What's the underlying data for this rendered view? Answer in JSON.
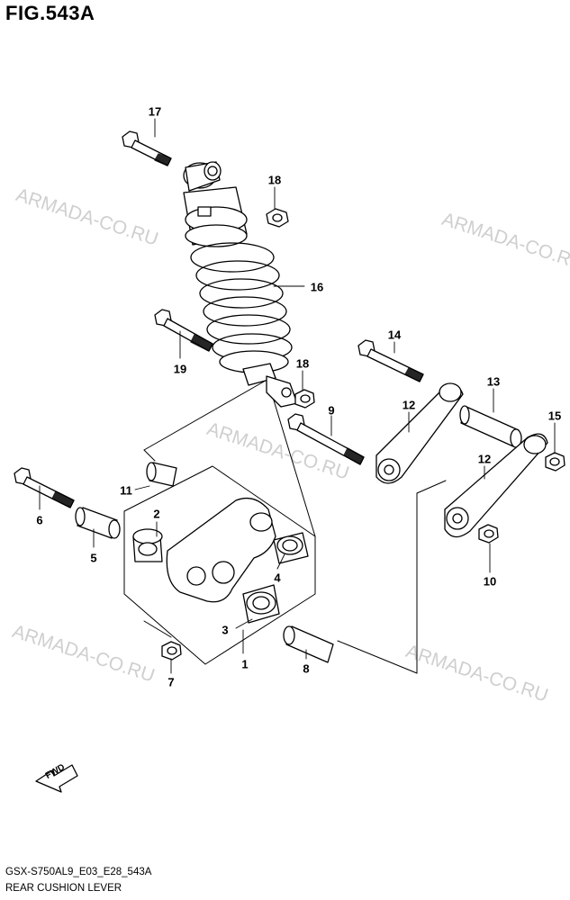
{
  "figure": {
    "title": "FIG.543A",
    "code": "GSX-S750AL9_E03_E28_543A",
    "caption": "REAR CUSHION LEVER",
    "fwd_label": "FWD"
  },
  "watermark": "ARMADA-CO.RU",
  "callouts": [
    "1",
    "2",
    "3",
    "4",
    "5",
    "6",
    "7",
    "8",
    "9",
    "10",
    "11",
    "12",
    "12",
    "13",
    "14",
    "15",
    "16",
    "17",
    "18",
    "18",
    "19"
  ],
  "parts": [
    {
      "ref": "1",
      "name": "cushion-lever"
    },
    {
      "ref": "2",
      "name": "needle-bearing"
    },
    {
      "ref": "3",
      "name": "needle-bearing"
    },
    {
      "ref": "4",
      "name": "needle-bearing"
    },
    {
      "ref": "5",
      "name": "spacer"
    },
    {
      "ref": "6",
      "name": "bolt"
    },
    {
      "ref": "7",
      "name": "nut"
    },
    {
      "ref": "8",
      "name": "spacer"
    },
    {
      "ref": "9",
      "name": "bolt"
    },
    {
      "ref": "10",
      "name": "nut"
    },
    {
      "ref": "11",
      "name": "spacer"
    },
    {
      "ref": "12",
      "name": "cushion-rod"
    },
    {
      "ref": "13",
      "name": "spacer"
    },
    {
      "ref": "14",
      "name": "bolt"
    },
    {
      "ref": "15",
      "name": "nut"
    },
    {
      "ref": "16",
      "name": "rear-shock-absorber"
    },
    {
      "ref": "17",
      "name": "bolt"
    },
    {
      "ref": "18",
      "name": "nut"
    },
    {
      "ref": "19",
      "name": "bolt"
    }
  ],
  "colors": {
    "line": "#000000",
    "watermark": "#cfcfcf",
    "background": "#ffffff"
  }
}
